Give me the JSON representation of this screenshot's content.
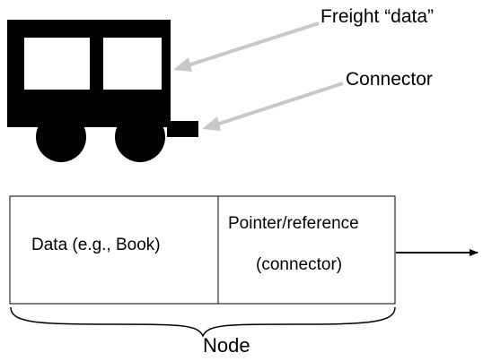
{
  "callouts": {
    "freight": "Freight “data”",
    "connector": "Connector"
  },
  "node_box": {
    "data_cell": "Data (e.g., Book)",
    "pointer_cell_line1": "Pointer/reference",
    "pointer_cell_line2": "(connector)"
  },
  "brace_label": "Node",
  "colors": {
    "callout_arrow": "#c8c8c8",
    "train_car": "#000000",
    "box_border": "#000000"
  }
}
